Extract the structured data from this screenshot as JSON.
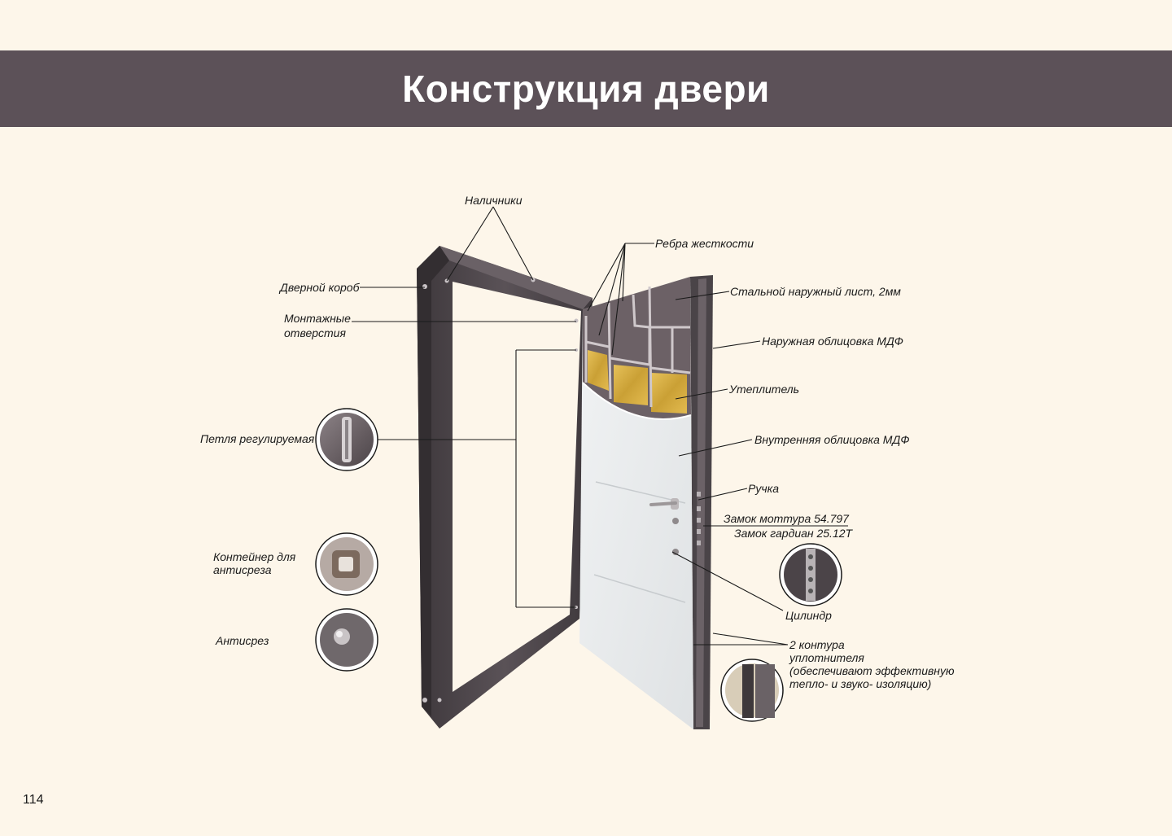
{
  "title": "Конструкция двери",
  "page_number": "114",
  "labels": {
    "nalichniki": "Наличники",
    "rebra": "Ребра жесткости",
    "dvernoy_korob": "Дверной короб",
    "stalnoy_list": "Стальной наружный лист, 2мм",
    "montazhnye": "Монтажные\nотверстия",
    "naruzhnaya_mdf": "Наружная облицовка МДФ",
    "uteplitel": "Утеплитель",
    "petlya": "Петля регулируемая",
    "vnutrennyaya_mdf": "Внутренняя облицовка МДФ",
    "ruchka": "Ручка",
    "zamok_mottura": "Замок моттура 54.797",
    "zamok_gardian": "Замок гардиан 25.12Т",
    "konteyner": "Контейнер для\nантисреза",
    "tsilindr": "Цилиндр",
    "antisrez": "Антисрез",
    "kontura": "2 контура\nуплотнителя\n(обеспечивают эффективную\nтепло- и звуко- изоляцию)"
  },
  "colors": {
    "header_bg": "#5c5158",
    "page_bg": "#fdf6ea",
    "frame": "#4a4448",
    "door_inner": "#e7eaec",
    "insulation": "#d9ad3a"
  }
}
